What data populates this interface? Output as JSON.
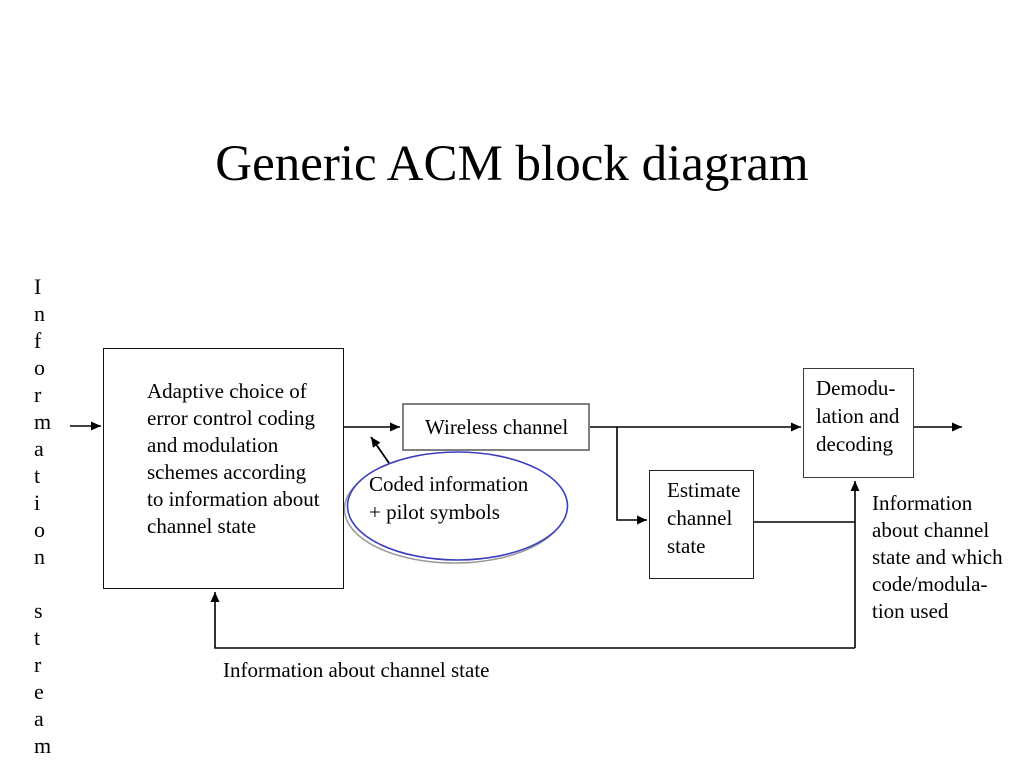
{
  "slide": {
    "title": "Generic ACM block diagram",
    "vertical_label": {
      "word1": "Information",
      "word2": "stream"
    },
    "blocks": {
      "adaptive": "Adaptive choice of\nerror control coding\nand modulation\nschemes according\nto information about\nchannel state",
      "wireless": "Wireless channel",
      "estimate": "Estimate\nchannel\nstate",
      "demod": "Demodu-\nlation and\ndecoding"
    },
    "annotations": {
      "coded_info": "Coded information\n+ pilot symbols",
      "feedback_right": "Information\nabout channel\nstate and which\ncode/modula-\ntion used",
      "feedback_bottom": "Information about channel state"
    },
    "colors": {
      "line": "#000000",
      "ellipse_blue": "#3a3fbf",
      "ellipse_gray": "#999999",
      "wireless_border": "#808080"
    }
  }
}
